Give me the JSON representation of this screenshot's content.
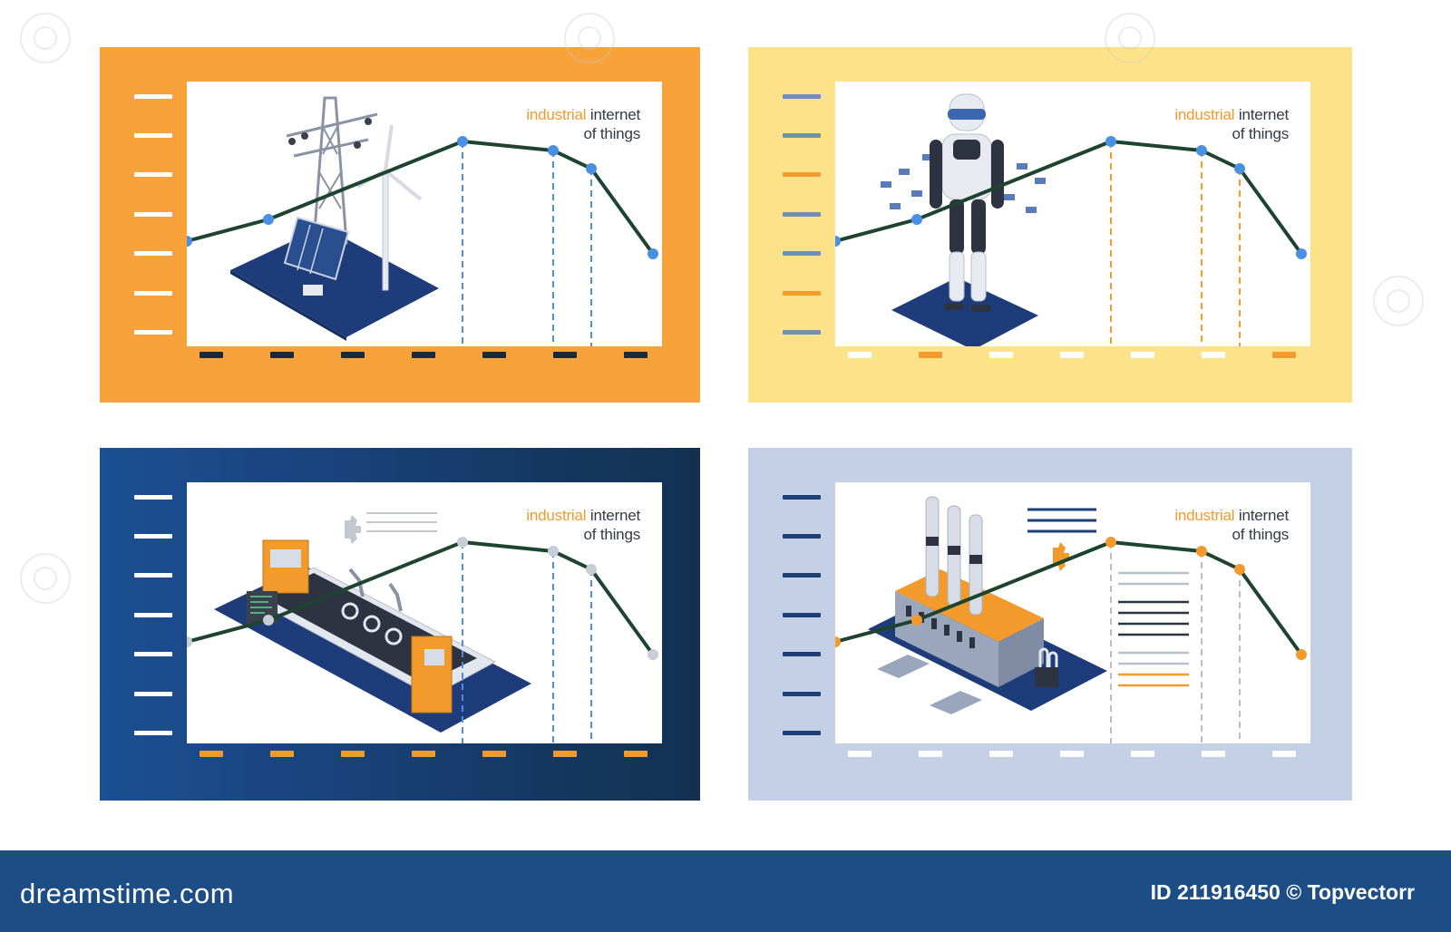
{
  "panels": [
    {
      "id": "p1",
      "title": {
        "accent": "industrial",
        "rest": "internet",
        "line2": "of things"
      },
      "colors": {
        "line": "#1e4430",
        "marker": "#4a90e2",
        "dash": "#4a90e2",
        "ytick": [
          "#ffffff",
          "#ffffff",
          "#ffffff",
          "#ffffff",
          "#ffffff",
          "#ffffff",
          "#ffffff"
        ],
        "xtick": [
          "#1b2a3a",
          "#1b2a3a",
          "#1b2a3a",
          "#1b2a3a",
          "#1b2a3a",
          "#1b2a3a",
          "#1b2a3a"
        ]
      },
      "illustration": "power-tower-solar-wind"
    },
    {
      "id": "p2",
      "title": {
        "accent": "industrial",
        "rest": "internet",
        "line2": "of things"
      },
      "colors": {
        "line": "#1e4430",
        "marker": "#4a90e2",
        "dash": "#f39a2c",
        "ytick": [
          "#6f8fb5",
          "#6f8fb5",
          "#f39a2c",
          "#6f8fb5",
          "#6f8fb5",
          "#f39a2c",
          "#6f8fb5"
        ],
        "xtick": [
          "#ffffff",
          "#f39a2c",
          "#ffffff",
          "#ffffff",
          "#ffffff",
          "#ffffff",
          "#f39a2c"
        ]
      },
      "illustration": "robot"
    },
    {
      "id": "p3",
      "title": {
        "accent": "industrial",
        "rest": "internet",
        "line2": "of things"
      },
      "colors": {
        "line": "#1e4430",
        "marker": "#c8cdd6",
        "dash": "#4a90e2",
        "ytick": [
          "#ffffff",
          "#ffffff",
          "#ffffff",
          "#ffffff",
          "#ffffff",
          "#ffffff",
          "#ffffff"
        ],
        "xtick": [
          "#f39a2c",
          "#f39a2c",
          "#f39a2c",
          "#f39a2c",
          "#f39a2c",
          "#f39a2c",
          "#f39a2c"
        ]
      },
      "illustration": "conveyor"
    },
    {
      "id": "p4",
      "title": {
        "accent": "industrial",
        "rest": "internet",
        "line2": "of things"
      },
      "colors": {
        "line": "#1e4430",
        "marker": "#f39a2c",
        "dash": "#b8bfca",
        "ytick": [
          "#1c3f78",
          "#1c3f78",
          "#1c3f78",
          "#1c3f78",
          "#1c3f78",
          "#1c3f78",
          "#1c3f78"
        ],
        "xtick": [
          "#ffffff",
          "#ffffff",
          "#ffffff",
          "#ffffff",
          "#ffffff",
          "#ffffff",
          "#ffffff"
        ]
      },
      "illustration": "factory"
    }
  ],
  "footer": {
    "brand": "dreamstime.com",
    "credit": "ID 211916450 © Topvectorr",
    "color": "#1c4e85"
  }
}
